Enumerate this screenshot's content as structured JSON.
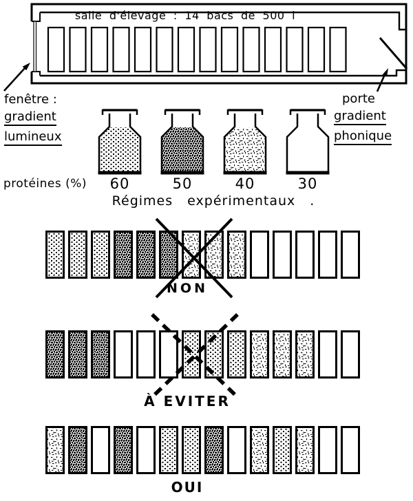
{
  "figure": {
    "background": "#ffffff",
    "ink": "#000000"
  },
  "room": {
    "title": "salle d'élevage : 14 bacs de 500 l",
    "tank_count": 14,
    "window_label": {
      "line1": "fenêtre :",
      "line2": "gradient",
      "line3": "lumineux"
    },
    "door_label": {
      "line1": "porte",
      "line2": "gradient",
      "line3": "phonique"
    }
  },
  "diets": {
    "axis_label": "protéines (%)",
    "caption": "Régimes expérimentaux .",
    "items": [
      {
        "protein_pct": "60",
        "pattern": "dots"
      },
      {
        "protein_pct": "50",
        "pattern": "dense"
      },
      {
        "protein_pct": "40",
        "pattern": "sparse"
      },
      {
        "protein_pct": "30",
        "pattern": "empty"
      }
    ]
  },
  "arrangements": [
    {
      "label": "NON",
      "cross": "solid",
      "tanks": [
        "dots",
        "dots",
        "dots",
        "dense",
        "dense",
        "dense",
        "sparse",
        "sparse",
        "sparse",
        "empty",
        "empty",
        "empty",
        "empty",
        "empty"
      ]
    },
    {
      "label": "À EVITER",
      "cross": "dashed",
      "tanks": [
        "dense",
        "dense",
        "dense",
        "empty",
        "empty",
        "empty",
        "dots",
        "dots",
        "dots",
        "sparse",
        "sparse",
        "sparse",
        "empty",
        "empty"
      ]
    },
    {
      "label": "OUI",
      "cross": "none",
      "tanks": [
        "sparse",
        "dense",
        "empty",
        "dense",
        "empty",
        "dots",
        "dots",
        "dense",
        "empty",
        "sparse",
        "dots",
        "sparse",
        "empty",
        "empty"
      ]
    }
  ]
}
